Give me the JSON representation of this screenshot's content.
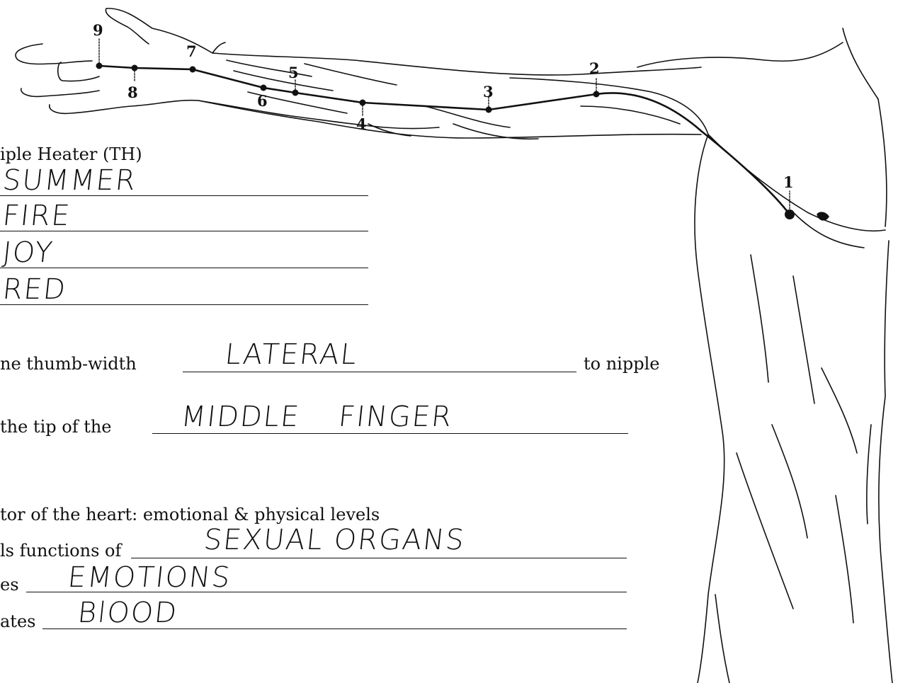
{
  "meridian": {
    "title": "iple Heater (TH)"
  },
  "points": [
    "1",
    "2",
    "3",
    "4",
    "5",
    "6",
    "7",
    "8",
    "9"
  ],
  "associations": [
    "SUMMER",
    "FIRE",
    "JOY",
    "RED"
  ],
  "first_point": {
    "prefix": "ne thumb-width",
    "answer": "LATERAL",
    "suffix": "to nipple"
  },
  "last_point": {
    "prefix": "the tip of the",
    "answer": "MIDDLE FINGER"
  },
  "function": {
    "heading": "tor of the heart: emotional & physical levels",
    "controls_prefix": "ls functions of",
    "controls": "SEXUAL ORGANS",
    "protects_prefix": "es",
    "protects": "EMOTIONS",
    "circulates_prefix": "ates",
    "circulates": "BlOOD"
  }
}
